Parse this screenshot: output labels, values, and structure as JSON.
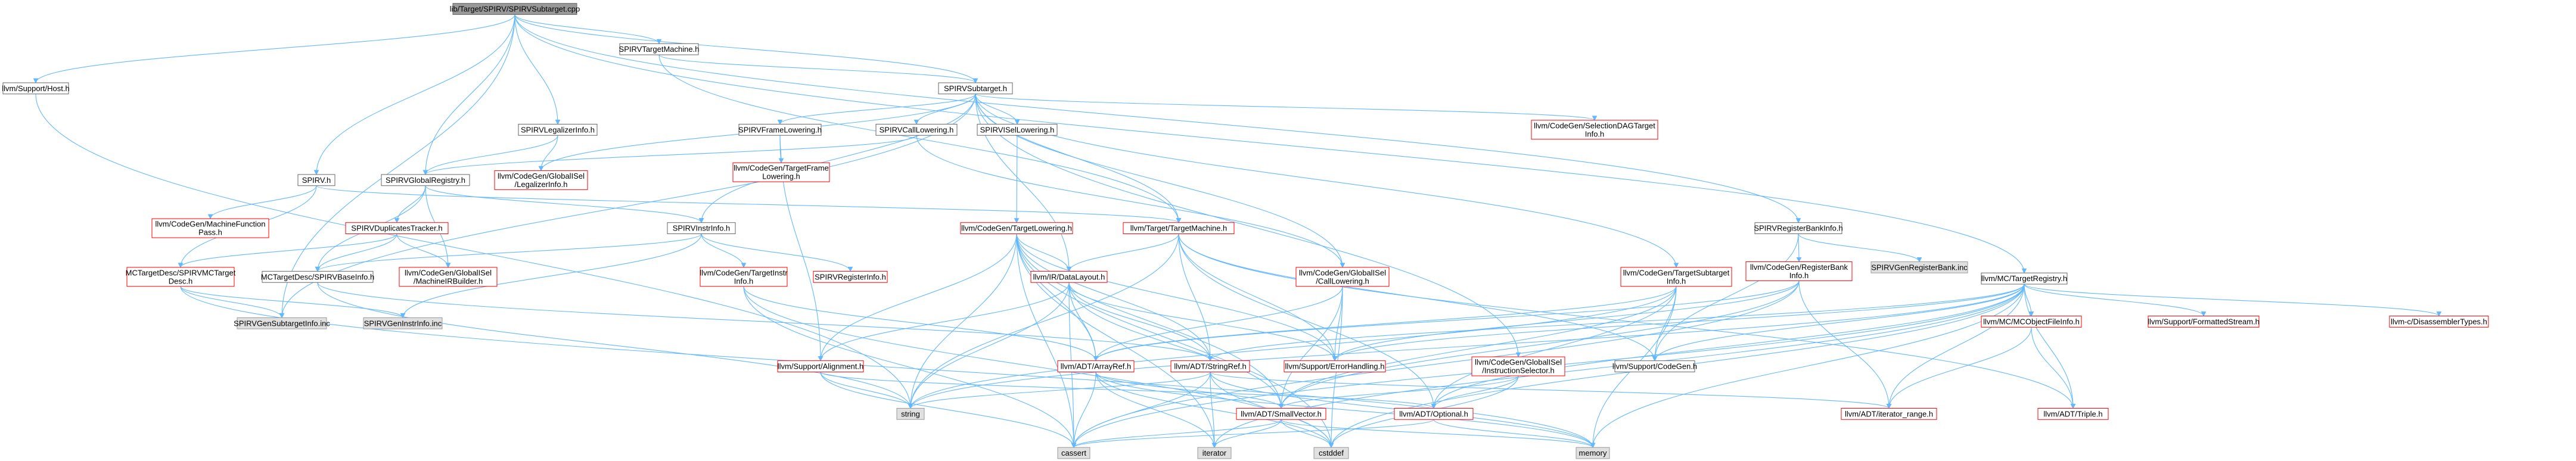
{
  "colors": {
    "edge": "#63b8ff",
    "border_normal": "#666666",
    "border_missing": "#ff0000",
    "fill_normal": "#ffffff",
    "fill_external": "#e0e0e0",
    "fill_root": "#999999",
    "border_external": "#999999"
  },
  "nodes": [
    {
      "id": "root",
      "lines": [
        "lib/Target/SPIRV/SPIRVSubtarget.cpp"
      ],
      "style": "root"
    },
    {
      "id": "host",
      "lines": [
        "llvm/Support/Host.h"
      ],
      "style": "normal"
    },
    {
      "id": "tm",
      "lines": [
        "SPIRVTargetMachine.h"
      ],
      "style": "normal"
    },
    {
      "id": "sub",
      "lines": [
        "SPIRVSubtarget.h"
      ],
      "style": "normal"
    },
    {
      "id": "rbi",
      "lines": [
        "SPIRVRegisterBankInfo.h"
      ],
      "style": "normal"
    },
    {
      "id": "mctr",
      "lines": [
        "llvm/MC/TargetRegistry.h"
      ],
      "style": "normal"
    },
    {
      "id": "leg",
      "lines": [
        "SPIRVLegalizerInfo.h"
      ],
      "style": "normal"
    },
    {
      "id": "spirv",
      "lines": [
        "SPIRV.h"
      ],
      "style": "normal"
    },
    {
      "id": "framel",
      "lines": [
        "SPIRVFrameLowering.h"
      ],
      "style": "normal"
    },
    {
      "id": "calll",
      "lines": [
        "SPIRVCallLowering.h"
      ],
      "style": "normal"
    },
    {
      "id": "isell",
      "lines": [
        "SPIRVISelLowering.h"
      ],
      "style": "normal"
    },
    {
      "id": "seldag",
      "lines": [
        "llvm/CodeGen/SelectionDAGTarget",
        "Info.h"
      ],
      "style": "missing"
    },
    {
      "id": "gr",
      "lines": [
        "SPIRVGlobalRegistry.h"
      ],
      "style": "normal"
    },
    {
      "id": "gilegal",
      "lines": [
        "llvm/CodeGen/GlobalISel",
        "/LegalizerInfo.h"
      ],
      "style": "missing"
    },
    {
      "id": "tfl",
      "lines": [
        "llvm/CodeGen/TargetFrame",
        "Lowering.h"
      ],
      "style": "missing"
    },
    {
      "id": "mfp",
      "lines": [
        "llvm/CodeGen/MachineFunction",
        "Pass.h"
      ],
      "style": "missing"
    },
    {
      "id": "duptrack",
      "lines": [
        "SPIRVDuplicatesTracker.h"
      ],
      "style": "missing"
    },
    {
      "id": "instrinfo",
      "lines": [
        "SPIRVInstrInfo.h"
      ],
      "style": "normal"
    },
    {
      "id": "tlow",
      "lines": [
        "llvm/CodeGen/TargetLowering.h"
      ],
      "style": "missing"
    },
    {
      "id": "ttm",
      "lines": [
        "llvm/Target/TargetMachine.h"
      ],
      "style": "missing"
    },
    {
      "id": "regbankinfo",
      "lines": [
        "llvm/CodeGen/RegisterBank",
        "Info.h"
      ],
      "style": "missing"
    },
    {
      "id": "genregbank",
      "lines": [
        "SPIRVGenRegisterBank.inc"
      ],
      "style": "external"
    },
    {
      "id": "mctd",
      "lines": [
        "MCTargetDesc/SPIRVMCTarget",
        "Desc.h"
      ],
      "style": "missing"
    },
    {
      "id": "mcbase",
      "lines": [
        "MCTargetDesc/SPIRVBaseInfo.h"
      ],
      "style": "normal"
    },
    {
      "id": "mirb",
      "lines": [
        "llvm/CodeGen/GlobalISel",
        "/MachineIRBuilder.h"
      ],
      "style": "missing"
    },
    {
      "id": "tii",
      "lines": [
        "llvm/CodeGen/TargetInstr",
        "Info.h"
      ],
      "style": "missing"
    },
    {
      "id": "reginfo",
      "lines": [
        "SPIRVRegisterInfo.h"
      ],
      "style": "missing"
    },
    {
      "id": "dl",
      "lines": [
        "llvm/IR/DataLayout.h"
      ],
      "style": "missing"
    },
    {
      "id": "gicl",
      "lines": [
        "llvm/CodeGen/GlobalISel",
        "/CallLowering.h"
      ],
      "style": "missing"
    },
    {
      "id": "tsi",
      "lines": [
        "llvm/CodeGen/TargetSubtarget",
        "Info.h"
      ],
      "style": "missing"
    },
    {
      "id": "mcofi",
      "lines": [
        "llvm/MC/MCObjectFileInfo.h"
      ],
      "style": "missing"
    },
    {
      "id": "fs",
      "lines": [
        "llvm/Support/FormattedStream.h"
      ],
      "style": "missing"
    },
    {
      "id": "disasm",
      "lines": [
        "llvm-c/DisassemblerTypes.h"
      ],
      "style": "missing"
    },
    {
      "id": "genst",
      "lines": [
        "SPIRVGenSubtargetInfo.inc"
      ],
      "style": "external"
    },
    {
      "id": "genii",
      "lines": [
        "SPIRVGenInstrInfo.inc"
      ],
      "style": "external"
    },
    {
      "id": "align",
      "lines": [
        "llvm/Support/Alignment.h"
      ],
      "style": "missing"
    },
    {
      "id": "aref",
      "lines": [
        "llvm/ADT/ArrayRef.h"
      ],
      "style": "missing"
    },
    {
      "id": "sref",
      "lines": [
        "llvm/ADT/StringRef.h"
      ],
      "style": "missing"
    },
    {
      "id": "err",
      "lines": [
        "llvm/Support/ErrorHandling.h"
      ],
      "style": "missing"
    },
    {
      "id": "gisel",
      "lines": [
        "llvm/CodeGen/GlobalISel",
        "/InstructionSelector.h"
      ],
      "style": "missing"
    },
    {
      "id": "cg",
      "lines": [
        "llvm/Support/CodeGen.h"
      ],
      "style": "normal"
    },
    {
      "id": "svec",
      "lines": [
        "llvm/ADT/SmallVector.h"
      ],
      "style": "missing"
    },
    {
      "id": "opt",
      "lines": [
        "llvm/ADT/Optional.h"
      ],
      "style": "missing"
    },
    {
      "id": "itr",
      "lines": [
        "llvm/ADT/iterator_range.h"
      ],
      "style": "missing"
    },
    {
      "id": "triple",
      "lines": [
        "llvm/ADT/Triple.h"
      ],
      "style": "missing"
    },
    {
      "id": "string",
      "lines": [
        "string"
      ],
      "style": "external"
    },
    {
      "id": "cassert",
      "lines": [
        "cassert"
      ],
      "style": "external"
    },
    {
      "id": "iterator",
      "lines": [
        "iterator"
      ],
      "style": "external"
    },
    {
      "id": "cstddef",
      "lines": [
        "cstddef"
      ],
      "style": "external"
    },
    {
      "id": "memory",
      "lines": [
        "memory"
      ],
      "style": "external"
    }
  ],
  "edges": [
    [
      "root",
      "host"
    ],
    [
      "root",
      "tm"
    ],
    [
      "root",
      "sub"
    ],
    [
      "root",
      "rbi"
    ],
    [
      "root",
      "mctr"
    ],
    [
      "root",
      "leg"
    ],
    [
      "root",
      "spirv"
    ],
    [
      "root",
      "gr"
    ],
    [
      "root",
      "genst"
    ],
    [
      "tm",
      "sub"
    ],
    [
      "tm",
      "ttm"
    ],
    [
      "sub",
      "framel"
    ],
    [
      "sub",
      "calll"
    ],
    [
      "sub",
      "isell"
    ],
    [
      "sub",
      "seldag"
    ],
    [
      "sub",
      "gilegal"
    ],
    [
      "sub",
      "instrinfo"
    ],
    [
      "sub",
      "ttm"
    ],
    [
      "sub",
      "gicl"
    ],
    [
      "sub",
      "gisel"
    ],
    [
      "sub",
      "tsi"
    ],
    [
      "sub",
      "dl"
    ],
    [
      "sub",
      "genst"
    ],
    [
      "leg",
      "gilegal"
    ],
    [
      "leg",
      "gr"
    ],
    [
      "spirv",
      "mfp"
    ],
    [
      "spirv",
      "mctd"
    ],
    [
      "spirv",
      "ttm"
    ],
    [
      "framel",
      "tfl"
    ],
    [
      "framel",
      "align"
    ],
    [
      "calll",
      "gr"
    ],
    [
      "calll",
      "gicl"
    ],
    [
      "isell",
      "tlow"
    ],
    [
      "gr",
      "duptrack"
    ],
    [
      "gr",
      "mirb"
    ],
    [
      "gr",
      "mcbase"
    ],
    [
      "gr",
      "instrinfo"
    ],
    [
      "duptrack",
      "mctd"
    ],
    [
      "duptrack",
      "mcbase"
    ],
    [
      "duptrack",
      "mirb"
    ],
    [
      "instrinfo",
      "tii"
    ],
    [
      "instrinfo",
      "reginfo"
    ],
    [
      "instrinfo",
      "mcbase"
    ],
    [
      "instrinfo",
      "genii"
    ],
    [
      "tlow",
      "dl"
    ],
    [
      "tlow",
      "aref"
    ],
    [
      "tlow",
      "sref"
    ],
    [
      "tlow",
      "align"
    ],
    [
      "tlow",
      "err"
    ],
    [
      "tlow",
      "string"
    ],
    [
      "tlow",
      "svec"
    ],
    [
      "tlow",
      "cstddef"
    ],
    [
      "tlow",
      "iterator"
    ],
    [
      "tlow",
      "cassert"
    ],
    [
      "ttm",
      "dl"
    ],
    [
      "ttm",
      "sref"
    ],
    [
      "ttm",
      "err"
    ],
    [
      "ttm",
      "cg"
    ],
    [
      "ttm",
      "opt"
    ],
    [
      "ttm",
      "triple"
    ],
    [
      "ttm",
      "string"
    ],
    [
      "rbi",
      "regbankinfo"
    ],
    [
      "rbi",
      "genregbank"
    ],
    [
      "rbi",
      "cg"
    ],
    [
      "regbankinfo",
      "aref"
    ],
    [
      "regbankinfo",
      "svec"
    ],
    [
      "regbankinfo",
      "itr"
    ],
    [
      "regbankinfo",
      "err"
    ],
    [
      "regbankinfo",
      "cassert"
    ],
    [
      "mctd",
      "genst"
    ],
    [
      "mctd",
      "genii"
    ],
    [
      "mctd",
      "memory"
    ],
    [
      "mcbase",
      "sref"
    ],
    [
      "mcbase",
      "string"
    ],
    [
      "tii",
      "aref"
    ],
    [
      "tii",
      "cassert"
    ],
    [
      "tii",
      "cstddef"
    ],
    [
      "dl",
      "aref"
    ],
    [
      "dl",
      "sref"
    ],
    [
      "dl",
      "align"
    ],
    [
      "dl",
      "err"
    ],
    [
      "dl",
      "svec"
    ],
    [
      "dl",
      "string"
    ],
    [
      "dl",
      "cassert"
    ],
    [
      "gicl",
      "aref"
    ],
    [
      "gicl",
      "svec"
    ],
    [
      "gicl",
      "err"
    ],
    [
      "gicl",
      "cstddef"
    ],
    [
      "tsi",
      "aref"
    ],
    [
      "tsi",
      "svec"
    ],
    [
      "tsi",
      "cg"
    ],
    [
      "tsi",
      "memory"
    ],
    [
      "tsi",
      "string"
    ],
    [
      "tsi",
      "opt"
    ],
    [
      "gisel",
      "svec"
    ],
    [
      "gisel",
      "opt"
    ],
    [
      "gisel",
      "cstddef"
    ],
    [
      "align",
      "cassert"
    ],
    [
      "align",
      "opt"
    ],
    [
      "align",
      "string"
    ],
    [
      "aref",
      "svec"
    ],
    [
      "aref",
      "cassert"
    ],
    [
      "aref",
      "cstddef"
    ],
    [
      "aref",
      "iterator"
    ],
    [
      "aref",
      "memory"
    ],
    [
      "sref",
      "itr"
    ],
    [
      "sref",
      "cassert"
    ],
    [
      "sref",
      "cstddef"
    ],
    [
      "sref",
      "iterator"
    ],
    [
      "sref",
      "memory"
    ],
    [
      "sref",
      "string"
    ],
    [
      "svec",
      "cassert"
    ],
    [
      "svec",
      "cstddef"
    ],
    [
      "svec",
      "iterator"
    ],
    [
      "svec",
      "memory"
    ],
    [
      "opt",
      "memory"
    ],
    [
      "opt",
      "cassert"
    ],
    [
      "mctr",
      "mcofi"
    ],
    [
      "mctr",
      "fs"
    ],
    [
      "mctr",
      "disasm"
    ],
    [
      "mctr",
      "triple"
    ],
    [
      "mctr",
      "itr"
    ],
    [
      "mctr",
      "opt"
    ],
    [
      "mctr",
      "sref"
    ],
    [
      "mctr",
      "err"
    ],
    [
      "mctr",
      "cg"
    ],
    [
      "mctr",
      "memory"
    ],
    [
      "mctr",
      "cassert"
    ],
    [
      "mctr",
      "cstddef"
    ],
    [
      "mctr",
      "iterator"
    ],
    [
      "mctr",
      "string"
    ],
    [
      "mcofi",
      "triple"
    ],
    [
      "mcofi",
      "itr"
    ],
    [
      "host",
      "string"
    ]
  ]
}
